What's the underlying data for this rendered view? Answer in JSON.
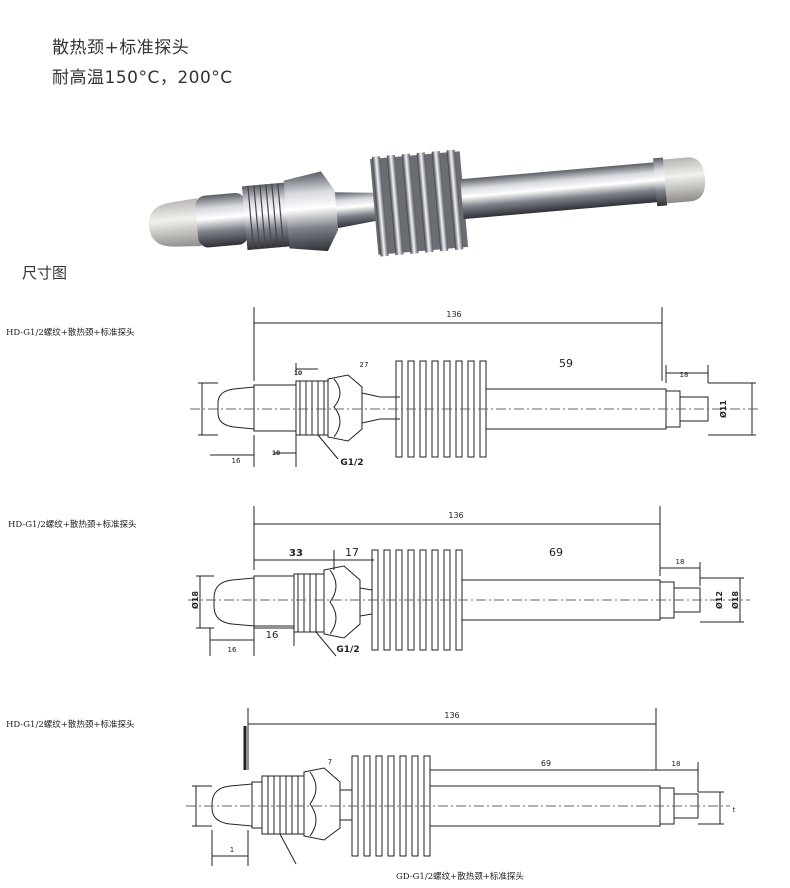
{
  "header": {
    "line1": "散热颈+标准探头",
    "line2": "耐高温150°C，200°C"
  },
  "section_title": "尺寸图",
  "drawing1": {
    "caption": "HD-G1/2螺纹+散热颈+标准探头",
    "dim_total": "136",
    "dim_body": "59",
    "dim_27": "27",
    "dim_tip_len": "18",
    "dim_tip_dia": "Ø11",
    "dim_left": "16",
    "dim_small_a": "10",
    "dim_small_b": "10",
    "thread": "G1/2"
  },
  "drawing2": {
    "caption": "HD-G1/2螺纹+散热颈+标准探头",
    "dim_total": "136",
    "dim_33": "33",
    "dim_17": "17",
    "dim_body": "69",
    "dim_tip_len": "18",
    "dim_dia_left": "Ø18",
    "dim_tip_dia": "Ø12",
    "dim_dia_right": "Ø18",
    "dim_16a": "16",
    "dim_16b": "16",
    "thread": "G1/2"
  },
  "drawing3": {
    "caption_top": "HD-G1/2螺纹+散热颈+标准探头",
    "caption_bottom": "GD-G1/2螺纹+散热颈+标准探头",
    "dim_total": "136",
    "dim_body": "69",
    "dim_tip_len": "18",
    "dim_small": "7",
    "dim_left": "1",
    "dim_tip_dia": "t"
  }
}
